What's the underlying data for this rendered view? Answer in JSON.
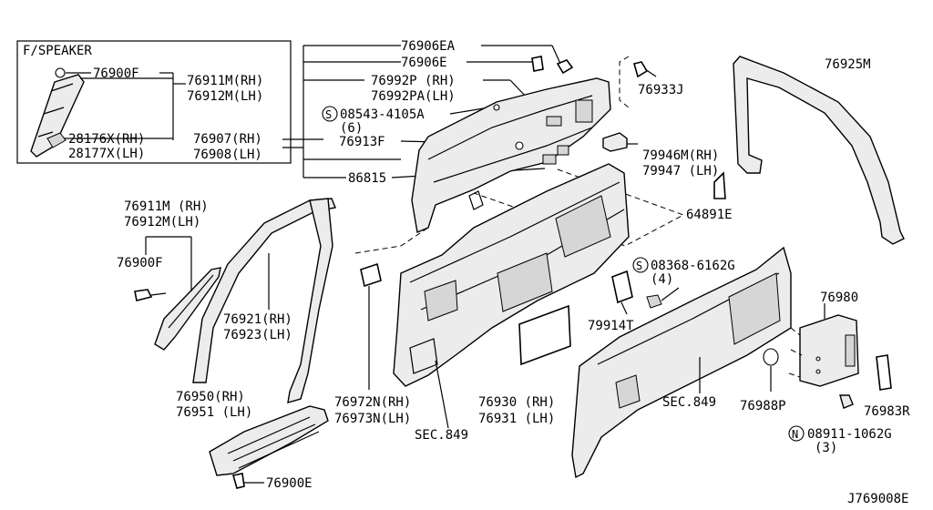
{
  "labels": {
    "speaker_title": "F/SPEAKER",
    "p76900f_a": "76900F",
    "p76911m_a": "76911M(RH)",
    "p76912m_a": "76912M(LH)",
    "p28176x": "28176X(RH)",
    "p28177x": "28177X(LH)",
    "p76906ea": "76906EA",
    "p76906e": "76906E",
    "p76992p": "76992P (RH)",
    "p76992pa": "76992PA(LH)",
    "p08543": "08543-4105A",
    "p08543_qty": "(6)",
    "p76907": "76907(RH)",
    "p76908": "76908(LH)",
    "p76913f": "76913F",
    "p86815": "86815",
    "p76933j": "76933J",
    "p79946m": "79946M(RH)",
    "p79947": "79947 (LH)",
    "p64891e": "64891E",
    "p76925m": "76925M",
    "p76911m_b": "76911M (RH)",
    "p76912m_b": "76912M(LH)",
    "p76900f_b": "76900F",
    "p76921": "76921(RH)",
    "p76923": "76923(LH)",
    "p08368": "08368-6162G",
    "p08368_qty": "(4)",
    "p79914t": "79914T",
    "p76980": "76980",
    "p76950": "76950(RH)",
    "p76951": "76951 (LH)",
    "p76972n": "76972N(RH)",
    "p76973n": "76973N(LH)",
    "sec849_a": "SEC.849",
    "p76930": "76930 (RH)",
    "p76931": "76931 (LH)",
    "sec849_b": "SEC.849",
    "p76988p": "76988P",
    "p76983r": "76983R",
    "p08911": "08911-1062G",
    "p08911_qty": "(3)",
    "p76900e": "76900E",
    "diagram_id": "J769008E",
    "s_mark": "S",
    "n_mark": "N"
  }
}
